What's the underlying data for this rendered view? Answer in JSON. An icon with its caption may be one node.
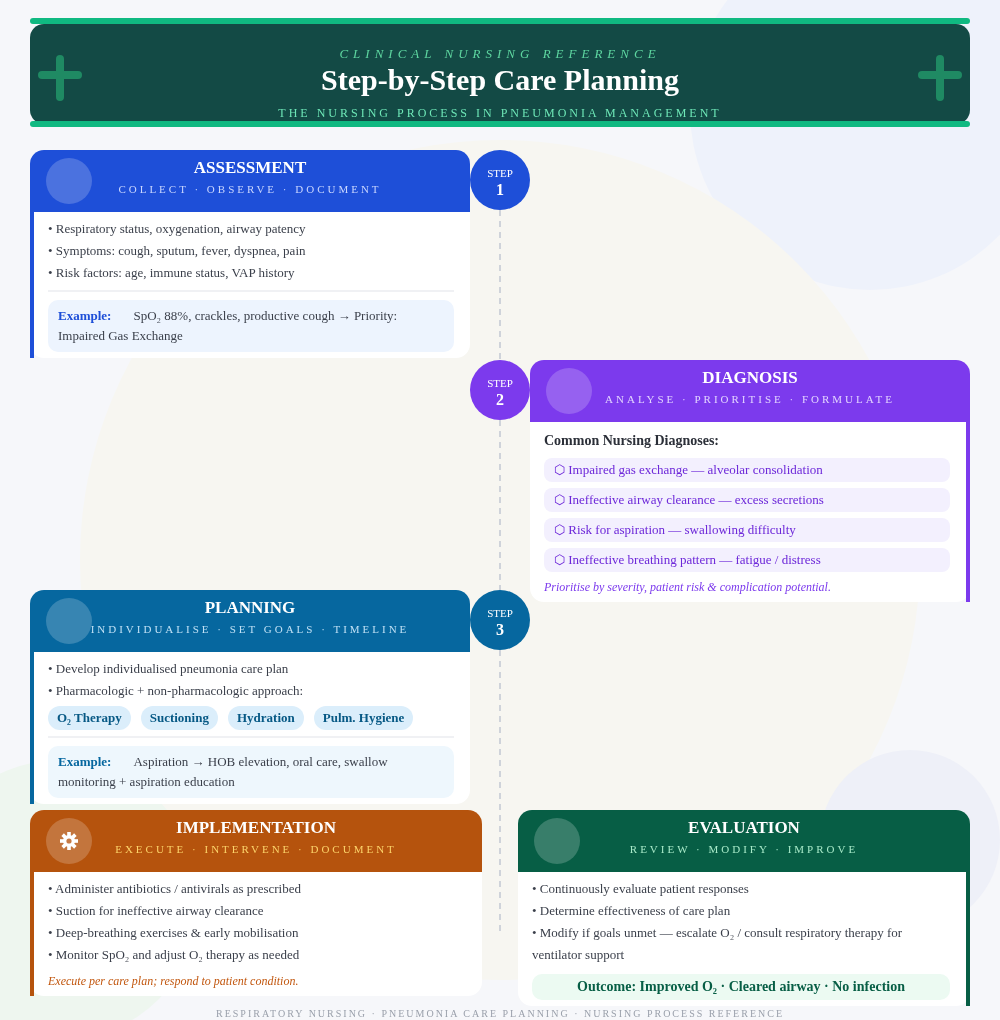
{
  "diagram": {
    "title": "Step-by-Step Care Planning",
    "nodes": [
      {
        "text": [
          "ASSESSMENT",
          "COLLECT · OBSERVE · DOCUMENT",
          "• Respiratory status, oxygenation, airway patency",
          "• Symptoms: cough, sputum, fever, dyspnea, pain",
          "• Risk factors: age, immune status, VAP history"
        ]
      },
      {
        "text": [
          "Example:",
          "SpO₂ 88%, crackles, productive cough → Priority: Impaired Gas Exchange"
        ],
        "in": 0
      },
      {
        "text": [
          "STEP",
          "1"
        ]
      },
      {
        "text": [
          "STEP",
          "2"
        ]
      },
      {
        "text": [
          "DIAGNOSIS",
          "ANALYSE · PRIORITISE · FORMULATE",
          "Common Nursing Diagnoses:",
          "Prioritise by severity, patient risk & complication potential."
        ]
      },
      {
        "text": [
          "⬡ Impaired gas exchange — alveolar consolidation"
        ],
        "in": 4
      },
      {
        "text": [
          "⬡ Ineffective airway clearance — excess secretions"
        ],
        "in": 4
      },
      {
        "text": [
          "⬡ Risk for aspiration — swallowing difficulty"
        ],
        "in": 4
      },
      {
        "text": [
          "⬡ Ineffective breathing pattern — fatigue / distress"
        ],
        "in": 4
      },
      {
        "text": [
          "STEP",
          "3"
        ]
      },
      {
        "text": [
          "PLANNING",
          "INDIVIDUALISE · SET GOALS · TIMELINE",
          "• Develop individualised pneumonia care plan",
          "• Pharmacologic + non-pharmacologic approach:"
        ]
      },
      {
        "text": [
          "O₂ Therapy"
        ],
        "in": 10
      },
      {
        "text": [
          "Suctioning"
        ],
        "in": 10
      },
      {
        "text": [
          "Hydration"
        ],
        "in": 10
      },
      {
        "text": [
          "Pulm. Hygiene"
        ],
        "in": 10
      },
      {
        "text": [
          "Example:",
          "Aspiration → HOB elevation, oral care, swallow monitoring + aspiration education"
        ],
        "in": 10
      },
      {
        "text": [
          "IMPLEMENTATION",
          "EXECUTE · INTERVENE · DOCUMENT",
          "• Administer antibiotics / antivirals as prescribed",
          "• Suction for ineffective airway clearance",
          "• Deep-breathing exercises & early mobilisation",
          "• Monitor SpO₂ and adjust O₂ therapy as needed",
          "Execute per care plan; respond to patient condition."
        ]
      },
      {
        "text": [
          "EVALUATION",
          "REVIEW · MODIFY · IMPROVE",
          "• Continuously evaluate patient responses",
          "• Determine effectiveness of care plan",
          "• Modify if goals unmet — escalate O₂ / consult respiratory therapy for ventilator support"
        ]
      },
      {
        "text": [
          "Outcome: Improved O₂ · Cleared airway · No infection"
        ],
        "in": 17
      }
    ],
    "edges": [
      {
        "from": 2,
        "to": 3,
        "arrow": "none",
        "style": "dashed"
      },
      {
        "from": 3,
        "to": 9,
        "arrow": "none",
        "style": "dashed"
      }
    ],
    "labels": [
      "CLINICAL NURSING REFERENCE",
      "THE NURSING PROCESS IN PNEUMONIA MANAGEMENT",
      "RESPIRATORY NURSING · PNEUMONIA CARE PLANNING · NURSING PROCESS REFERENCE"
    ]
  }
}
